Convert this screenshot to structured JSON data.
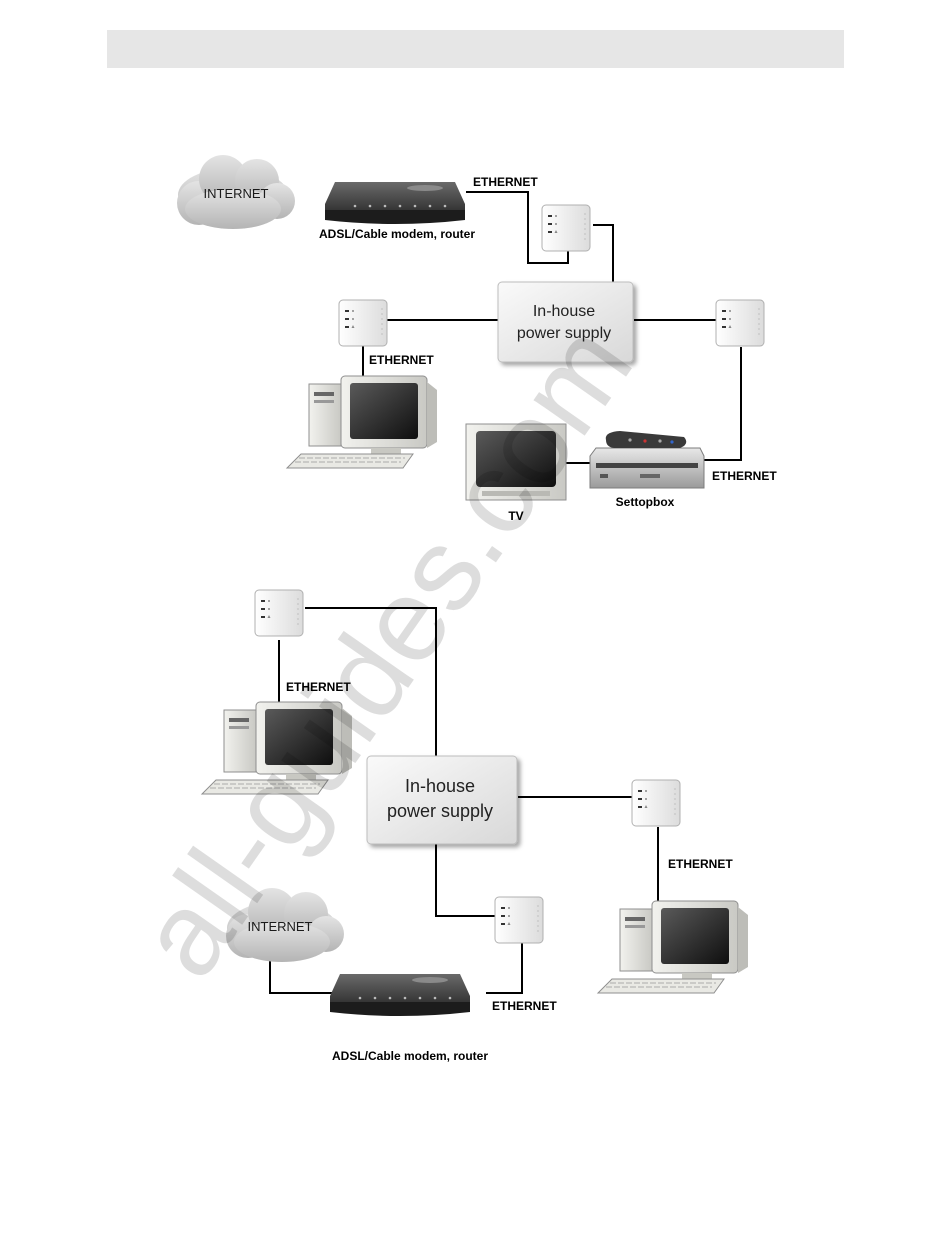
{
  "diagram1": {
    "internet": "INTERNET",
    "modem_label": "ADSL/Cable modem, router",
    "ethernet_modem": "ETHERNET",
    "psu_line1": "In-house",
    "psu_line2": "power supply",
    "ethernet_pc": "ETHERNET",
    "ethernet_stb": "ETHERNET",
    "tv_label": "TV",
    "stb_label": "Settopbox"
  },
  "diagram2": {
    "ethernet_pc_left": "ETHERNET",
    "psu_line1": "In-house",
    "psu_line2": "power supply",
    "ethernet_pc_right": "ETHERNET",
    "internet": "INTERNET",
    "ethernet_modem": "ETHERNET",
    "modem_label": "ADSL/Cable modem, router"
  },
  "watermark": "all-guides.com"
}
